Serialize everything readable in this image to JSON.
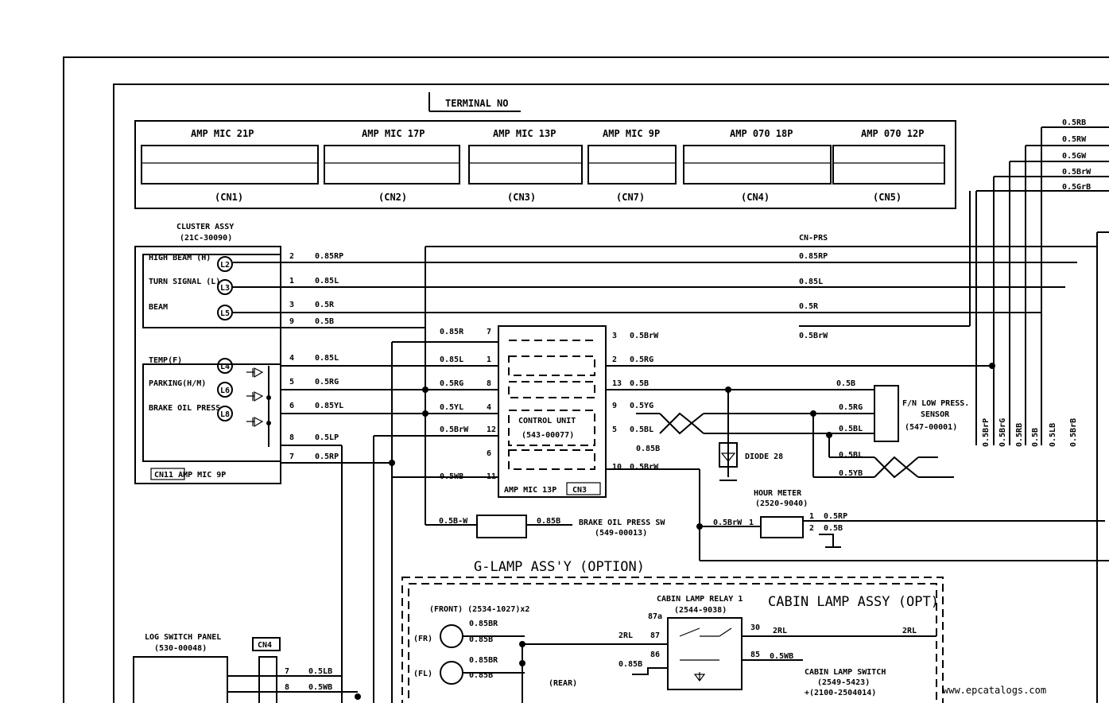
{
  "terminal_header": "TERMINAL NO",
  "connectors": [
    {
      "title": "AMP MIC 21P",
      "code": "(CN1)"
    },
    {
      "title": "AMP MIC 17P",
      "code": "(CN2)"
    },
    {
      "title": "AMP MIC 13P",
      "code": "(CN3)"
    },
    {
      "title": "AMP MIC 9P",
      "code": "(CN7)"
    },
    {
      "title": "AMP 070 18P",
      "code": "(CN4)"
    },
    {
      "title": "AMP 070 12P",
      "code": "(CN5)"
    }
  ],
  "cluster": {
    "title": "CLUSTER ASSY",
    "part": "(21C-30090)",
    "lamps": [
      "HIGH BEAM (H)",
      "TURN SIGNAL (L)",
      "BEAM",
      "TEMP(F)",
      "PARKING(H/M)",
      "BRAKE OIL PRESS"
    ],
    "lamp_ids": [
      "L2",
      "L3",
      "L5",
      "L4",
      "L6",
      "L8"
    ],
    "connector_label": "CN11 AMP MIC 9P"
  },
  "cluster_pins": [
    {
      "pin": "2",
      "wire": "0.85RP"
    },
    {
      "pin": "1",
      "wire": "0.85L"
    },
    {
      "pin": "3",
      "wire": "0.5R"
    },
    {
      "pin": "9",
      "wire": "0.5B"
    },
    {
      "pin": "4",
      "wire": "0.85L"
    },
    {
      "pin": "5",
      "wire": "0.5RG"
    },
    {
      "pin": "6",
      "wire": "0.85YL"
    },
    {
      "pin": "8",
      "wire": "0.5LP"
    },
    {
      "pin": "7",
      "wire": "0.5RP"
    }
  ],
  "bus_wires": [
    "0.85RP",
    "0.85L",
    "0.5R",
    "0.5BrW"
  ],
  "bus_header": "CN-PRS",
  "right_wires_top": [
    "0.5RB",
    "0.5RW",
    "0.5GW",
    "0.5BrW",
    "0.5GrB"
  ],
  "right_wires_vertical": [
    "0.5BrP",
    "0.5BrG",
    "0.5RB",
    "0.5B",
    "0.5LB",
    "0.5BrB"
  ],
  "control_unit": {
    "title": "CONTROL UNIT",
    "part": "(543-00077)",
    "connector_label": "AMP MIC 13P",
    "connector_code": "CN3",
    "left_pins": [
      {
        "pin": "7",
        "wire": "0.85R"
      },
      {
        "pin": "1",
        "wire": "0.85L"
      },
      {
        "pin": "8",
        "wire": "0.5RG"
      },
      {
        "pin": "4",
        "wire": "0.5YL"
      },
      {
        "pin": "12",
        "wire": "0.5BrW"
      },
      {
        "pin": "6",
        "wire": ""
      },
      {
        "pin": "11",
        "wire": "0.5WB"
      }
    ],
    "right_pins": [
      {
        "pin": "3",
        "wire": "0.5BrW"
      },
      {
        "pin": "2",
        "wire": "0.5RG"
      },
      {
        "pin": "13",
        "wire": "0.5B"
      },
      {
        "pin": "9",
        "wire": "0.5YG"
      },
      {
        "pin": "5",
        "wire": "0.5BL"
      },
      {
        "pin": "10",
        "wire": "0.5BrW"
      }
    ],
    "ground_wire": "0.85B"
  },
  "fn_sensor": {
    "label": "F/N LOW PRESS.",
    "sub": "SENSOR",
    "part": "(547-00001)",
    "wires": [
      "0.5B",
      "0.5RG",
      "0.5BL"
    ]
  },
  "diode": "DIODE 28",
  "hour_meter": {
    "label": "HOUR METER",
    "part": "(2520-9040)",
    "wire_in": "0.5BrW",
    "wire_pin": "1",
    "out_wires": [
      "0.5RP",
      "0.5B"
    ],
    "pins": [
      "1",
      "2"
    ]
  },
  "brake_switch": {
    "label": "BRAKE OIL PRESS SW",
    "part": "(549-00013)",
    "wire": "0.5B-W",
    "out": "0.85B"
  },
  "crossing_wires": [
    "0.5BL",
    "0.5YB"
  ],
  "g_lamp": {
    "title": "G-LAMP ASS'Y (OPTION)",
    "front": "(FRONT) (2534-1027)x2",
    "lamps": [
      "(FR)",
      "(FL)"
    ],
    "wires": [
      "0.85BR",
      "0.85B",
      "0.85BR",
      "0.85B"
    ],
    "rear": "(REAR)"
  },
  "cabin": {
    "title": "CABIN LAMP ASSY (OPT)",
    "relay": "CABIN LAMP RELAY 1",
    "relay_part": "(2544-9038)",
    "pins": [
      "87a",
      "87",
      "30",
      "86",
      "85"
    ],
    "wires": [
      "2RL",
      "0.85B",
      "2RL",
      "0.5WB",
      "2RL"
    ],
    "switch": "CABIN LAMP SWITCH",
    "switch_part": "(2549-5423)",
    "switch_part2": "+(2100-2504014)"
  },
  "log_panel": {
    "title": "LOG SWITCH PANEL",
    "part": "(530-00048)",
    "connector": "CN4",
    "pins": [
      {
        "pin": "7",
        "wire": "0.5LB"
      },
      {
        "pin": "8",
        "wire": "0.5WB"
      }
    ]
  },
  "watermark": "www.epcatalogs.com"
}
